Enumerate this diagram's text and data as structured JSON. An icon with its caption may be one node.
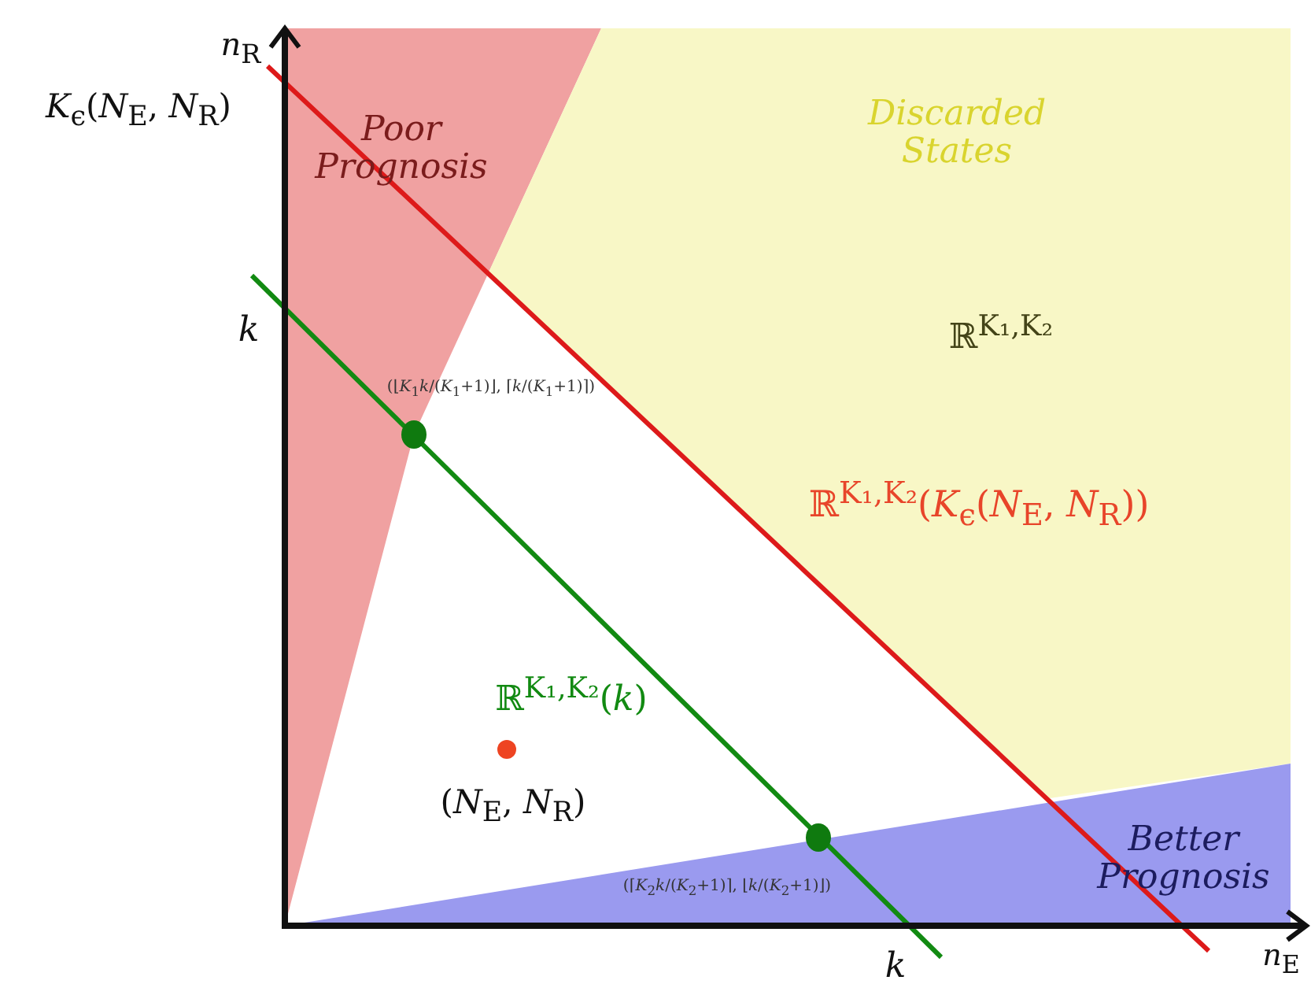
{
  "diagram": {
    "nodes": [
      {
        "text": [
          "Poor Prognosis"
        ]
      },
      {
        "text": [
          "Discarded States"
        ]
      },
      {
        "text": [
          "Better Prognosis"
        ]
      }
    ],
    "labels": [
      "*n*$_{R}$",
      "*K*$_{ϵ}$(*N*$_{E}$, *N*$_{R}$)",
      "*k*",
      "ℝ$^{K₁,K₂}$",
      "(⌊*K*$_{1}$*k*/(*K*$_{1}$+1)⌋, ⌈*k*/(*K*$_{1}$+1)⌉)",
      "ℝ$^{K₁,K₂}$(*K*$_{ϵ}$(*N*$_{E}$, *N*$_{R}$))",
      "ℝ$^{K₁,K₂}$(*k*)",
      "(*N*$_{E}$, *N*$_{R}$)",
      "(⌈*K*$_{2}$*k*/(*K*$_{2}$+1)⌉, ⌊*k*/(*K*$_{2}$+1)⌋)",
      "*k*",
      "*n*$_{E}$"
    ]
  }
}
